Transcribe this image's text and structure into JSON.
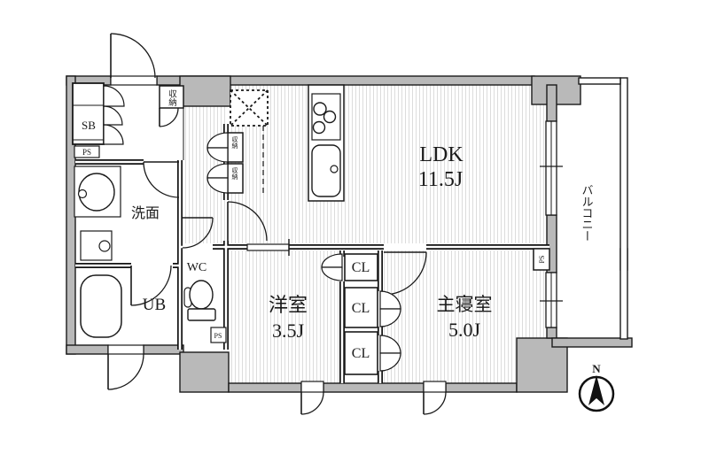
{
  "labels": {
    "ldk": "LDK",
    "ldk_size": "11.5J",
    "western_room": "洋室",
    "western_size": "3.5J",
    "bedroom": "主寝室",
    "bedroom_size": "5.0J",
    "washroom": "洗面",
    "wc": "WC",
    "bath": "UB",
    "shoe_box": "SB",
    "ps_entrance": "PS",
    "ps_wc": "PS",
    "ps_bedroom": "PS",
    "closet1": "CL",
    "closet2": "CL",
    "closet3": "CL",
    "storage_entrance": "収納",
    "storage_kitchen_upper": "収納",
    "storage_kitchen_lower": "収納",
    "balcony": "バルコニー",
    "north": "N"
  },
  "colors": {
    "wall_gray": "#b9b9b9",
    "line_black": "#1a1a1a",
    "floor_hatch": "#dcdcdc",
    "background": "#ffffff"
  }
}
